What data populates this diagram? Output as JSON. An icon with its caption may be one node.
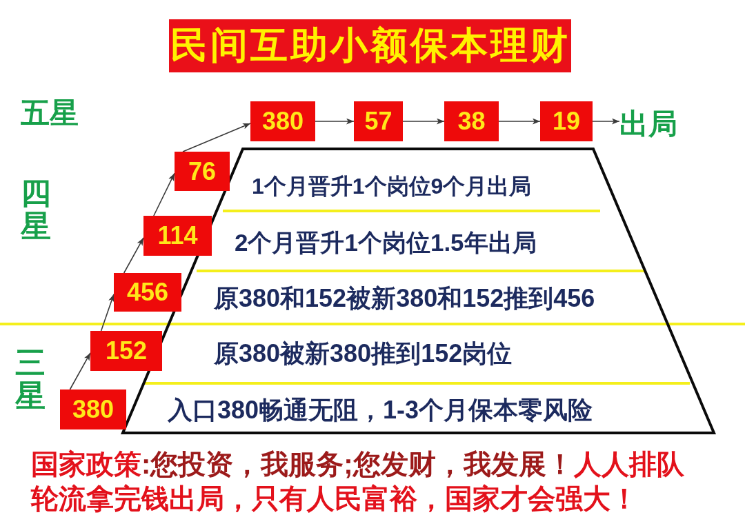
{
  "diagram": {
    "title": "民间互助小额保本理财",
    "nodes": [
      {
        "text": [
          "380"
        ]
      },
      {
        "text": [
          "57"
        ]
      },
      {
        "text": [
          "38"
        ]
      },
      {
        "text": [
          "19"
        ]
      },
      {
        "text": [
          "出局"
        ]
      },
      {
        "text": [
          "76"
        ]
      },
      {
        "text": [
          "1个月晋升1个岗位9个月出局",
          "2个月晋升1个岗位1.5年出局",
          "原380和152被新380和152推到456",
          "原380被新380推到152岗位",
          "入口380畅通无阻，1-3个月保本零风险"
        ]
      },
      {
        "text": [
          "114"
        ]
      },
      {
        "text": [
          "456"
        ]
      },
      {
        "text": [
          "152"
        ]
      },
      {
        "text": [
          "380"
        ]
      }
    ],
    "edges": [
      {
        "from": 10,
        "to": 9,
        "arrow": "to"
      },
      {
        "from": 9,
        "to": 8,
        "arrow": "to"
      },
      {
        "from": 8,
        "to": 7,
        "arrow": "to"
      },
      {
        "from": 7,
        "to": 5,
        "arrow": "to"
      },
      {
        "from": 5,
        "to": 0,
        "arrow": "to"
      },
      {
        "from": 0,
        "to": 1,
        "arrow": "to"
      },
      {
        "from": 1,
        "to": 2,
        "arrow": "to"
      },
      {
        "from": 2,
        "to": 3,
        "arrow": "to"
      },
      {
        "from": 3,
        "to": 4,
        "arrow": "to"
      }
    ],
    "labels": [
      "五星",
      "四星",
      "三星"
    ],
    "caption": "**国家政策**:您投资，我服务;您发财，我发展！**人人排队轮流拿完钱出局，只有人民富裕，国家才会强大！**"
  }
}
